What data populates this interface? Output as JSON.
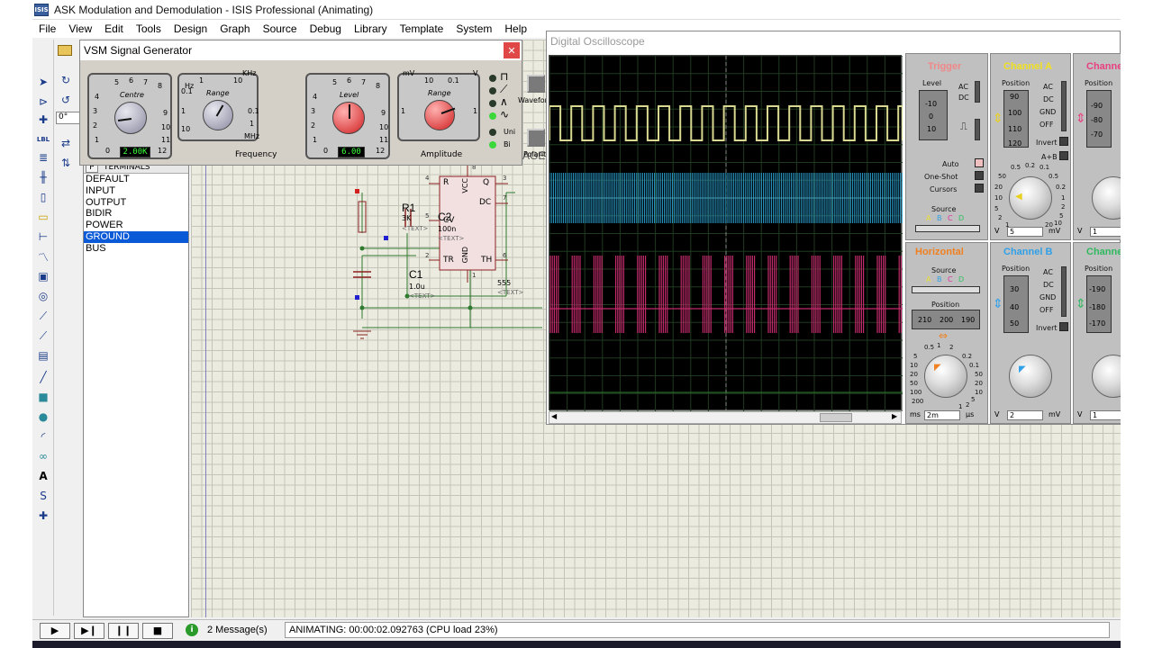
{
  "window": {
    "title": "ASK Modulation and Demodulation - ISIS Professional (Animating)",
    "app_icon": "ISIS"
  },
  "menu": [
    "File",
    "View",
    "Edit",
    "Tools",
    "Design",
    "Graph",
    "Source",
    "Debug",
    "Library",
    "Template",
    "System",
    "Help"
  ],
  "angle_field": "0°",
  "terminals": {
    "header": "TERMINALS",
    "pick_button": "P",
    "items": [
      "DEFAULT",
      "INPUT",
      "OUTPUT",
      "BIDIR",
      "POWER",
      "GROUND",
      "BUS"
    ],
    "selected": "GROUND"
  },
  "signal_generator": {
    "title": "VSM Signal Generator",
    "centre_label": "Centre",
    "centre_ticks": [
      "5",
      "6",
      "7",
      "8",
      "4",
      "3",
      "2",
      "1",
      "0",
      "9",
      "10",
      "11",
      "12"
    ],
    "centre_value": "2.00K",
    "range_label": "Range",
    "freq_units": [
      "Hz",
      "KHz",
      "MHz"
    ],
    "freq_range_ticks": [
      "0.1",
      "1",
      "10",
      "1",
      "0.1",
      "1",
      "10"
    ],
    "frequency_label": "Frequency",
    "level_label": "Level",
    "level_value": "6.00",
    "amp_units": [
      "mV",
      "V"
    ],
    "amp_range_ticks": [
      "10",
      "0.1",
      "1",
      "1"
    ],
    "amplitude_label": "Amplitude",
    "waveform_label": "Waveform",
    "polarity_label": "Polarity",
    "uni_label": "Uni",
    "bi_label": "Bi"
  },
  "schematic": {
    "r1_label": "R1",
    "r1_value": "3K",
    "text_tag": "<TEXT>",
    "c2_label": "C2",
    "c2_value": "100n",
    "c1_label": "C1",
    "c1_value": "1.0u",
    "ic_label": "555",
    "ic_pins": {
      "r": "R",
      "vcc": "VCC",
      "q": "Q",
      "dc": "DC",
      "cv": "CV",
      "gnd": "GND",
      "tr": "TR",
      "th": "TH"
    },
    "pin_numbers": [
      "4",
      "8",
      "3",
      "7",
      "5",
      "2",
      "6",
      "1"
    ],
    "partial_label": "AGE"
  },
  "oscilloscope": {
    "title": "Digital Oscilloscope",
    "trigger": {
      "title": "Trigger",
      "level_label": "Level",
      "ac": "AC",
      "dc": "DC",
      "level_ticks": [
        "-10",
        "0",
        "10"
      ],
      "auto": "Auto",
      "one_shot": "One-Shot",
      "cursors": "Cursors",
      "source": "Source",
      "src_letters": [
        "A",
        "B",
        "C",
        "D"
      ]
    },
    "channel_a": {
      "title": "Channel A",
      "position": "Position",
      "ticks": [
        "90",
        "100",
        "110",
        "120"
      ],
      "ac": "AC",
      "dc": "DC",
      "gnd": "GND",
      "off": "OFF",
      "invert": "Invert",
      "aplusb": "A+B",
      "dial_ticks": [
        "0.5",
        "0.2",
        "0.1",
        "50",
        "20",
        "10",
        "5",
        "2",
        "1",
        "0.5",
        "0.2",
        "1",
        "2",
        "5",
        "10",
        "20"
      ],
      "units": [
        "V",
        "5",
        "mV"
      ]
    },
    "channel_c_partial": {
      "title": "Channe",
      "position": "Position",
      "ticks": [
        "-90",
        "-80",
        "-70"
      ],
      "units": [
        "V",
        "1"
      ]
    },
    "horizontal": {
      "title": "Horizontal",
      "source": "Source",
      "src_letters": [
        "A",
        "B",
        "C",
        "D"
      ],
      "position": "Position",
      "pos_ticks": [
        "210",
        "200",
        "190"
      ],
      "units": [
        "ms",
        "2m",
        "µs"
      ],
      "dial_ticks": [
        "0.5",
        "1",
        "2",
        "5",
        "10",
        "20",
        "50",
        "100",
        "200",
        "0.2",
        "0.1",
        "50",
        "20",
        "10",
        "5",
        "2",
        "1"
      ]
    },
    "channel_b": {
      "title": "Channel B",
      "position": "Position",
      "ticks": [
        "30",
        "40",
        "50"
      ],
      "ac": "AC",
      "dc": "DC",
      "gnd": "GND",
      "off": "OFF",
      "invert": "Invert",
      "units": [
        "V",
        "2",
        "mV"
      ]
    },
    "channel_d_partial": {
      "title": "Channe",
      "position": "Position",
      "ticks": [
        "-190",
        "-180",
        "-170"
      ],
      "units": [
        "V",
        "1"
      ]
    }
  },
  "status": {
    "messages_count": "2 Message(s)",
    "animation": "ANIMATING: 00:00:02.092763 (CPU load 23%)"
  },
  "colors": {
    "trace_a": "#d8d890",
    "trace_b": "#2aa0d0",
    "trace_c": "#c02a6a",
    "selection": "#0a5ad8"
  }
}
